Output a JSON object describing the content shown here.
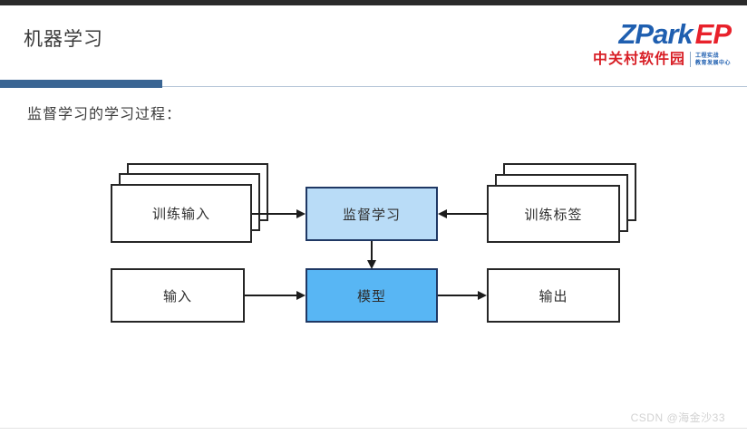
{
  "slide": {
    "title": "机器学习",
    "subtitle": "监督学习的学习过程：",
    "accent_color": "#3a6593",
    "top_bar_color": "#2b2b2b"
  },
  "logo": {
    "brand_primary": "ZPark",
    "brand_secondary": "EP",
    "brand_primary_color": "#1f5fb0",
    "brand_secondary_color": "#e8212b",
    "company_cn": "中关村软件园",
    "company_cn_color": "#d81f26",
    "tagline_line1": "工程实战",
    "tagline_line2": "教育发展中心"
  },
  "diagram": {
    "nodes": {
      "train_input": "训练输入",
      "supervised": "监督学习",
      "train_label": "训练标签",
      "input": "输入",
      "model": "模型",
      "output": "输出"
    },
    "colors": {
      "supervised_fill": "#b9dcf7",
      "model_fill": "#58b6f4",
      "node_border": "#262626",
      "blue_node_border": "#1f3864",
      "arrow": "#1c1c1c"
    }
  },
  "footer": {
    "watermark": "CSDN @海金沙33"
  }
}
